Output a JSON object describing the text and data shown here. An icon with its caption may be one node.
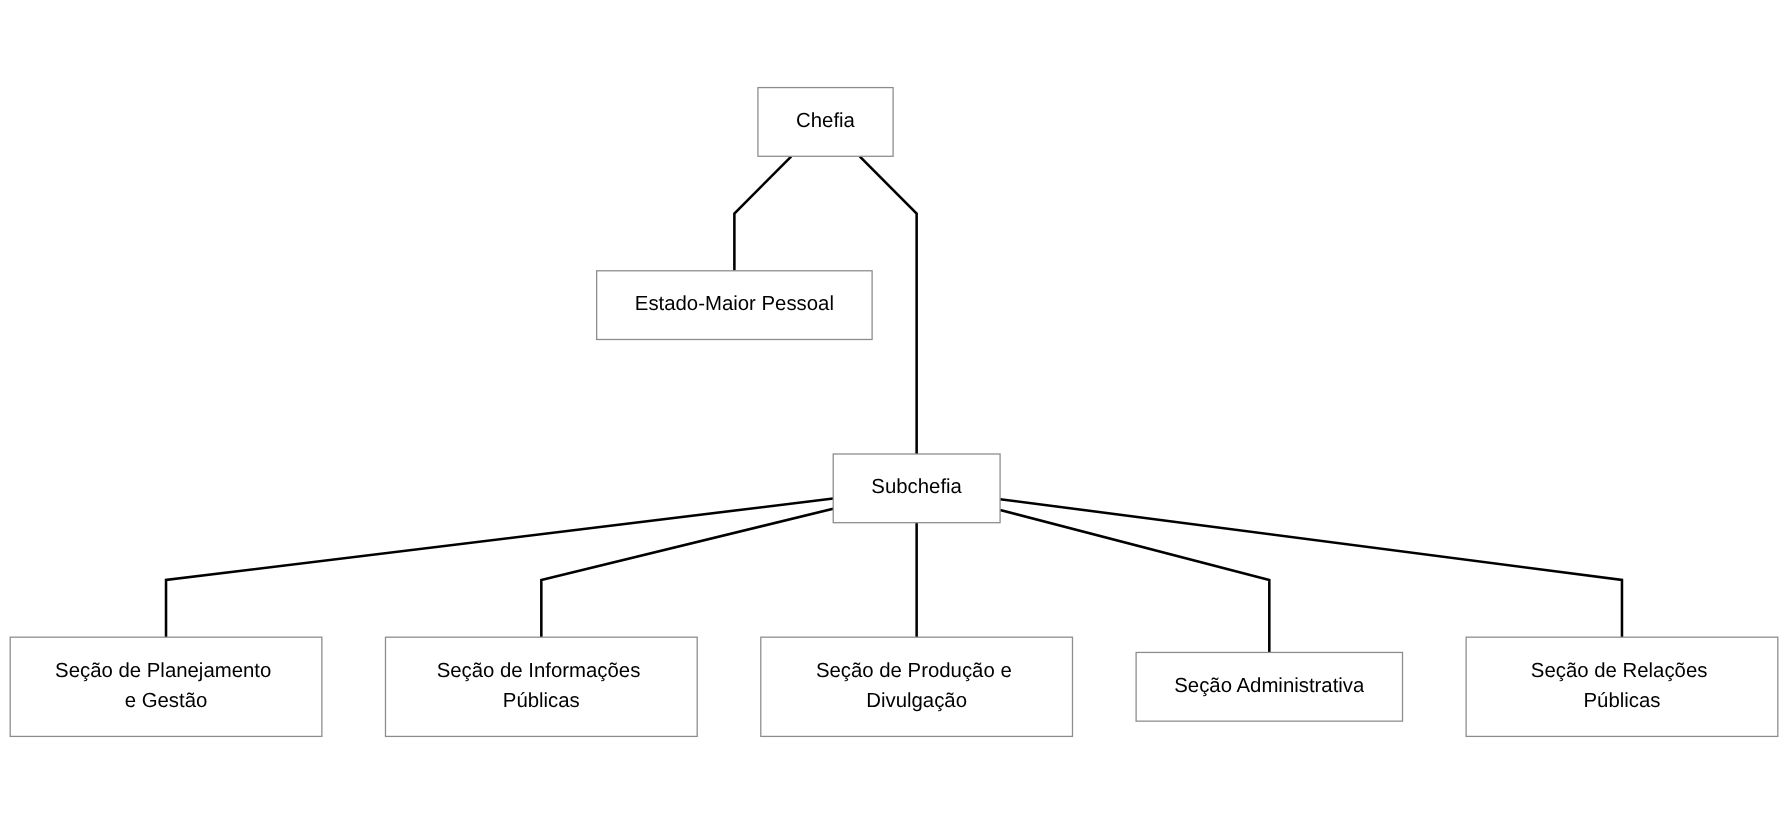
{
  "diagram": {
    "nodes": [
      {
        "text": [
          "Chefia"
        ]
      },
      {
        "text": [
          "Estado-Maior Pessoal"
        ]
      },
      {
        "text": [
          "Subchefia"
        ]
      },
      {
        "text": [
          "Seção de Planejamento e Gestão"
        ]
      },
      {
        "text": [
          "Seção de Informações Públicas"
        ]
      },
      {
        "text": [
          "Seção de Produção e Divulgação"
        ]
      },
      {
        "text": [
          "Seção Administrativa"
        ]
      },
      {
        "text": [
          "Seção de Relações Públicas"
        ]
      }
    ],
    "edges": [
      {
        "from": 0,
        "to": 1,
        "arrow": "none"
      },
      {
        "from": 0,
        "to": 2,
        "arrow": "none"
      },
      {
        "from": 2,
        "to": 3,
        "arrow": "none"
      },
      {
        "from": 2,
        "to": 4,
        "arrow": "none"
      },
      {
        "from": 2,
        "to": 5,
        "arrow": "none"
      },
      {
        "from": 2,
        "to": 6,
        "arrow": "none"
      },
      {
        "from": 2,
        "to": 7,
        "arrow": "none"
      }
    ]
  }
}
